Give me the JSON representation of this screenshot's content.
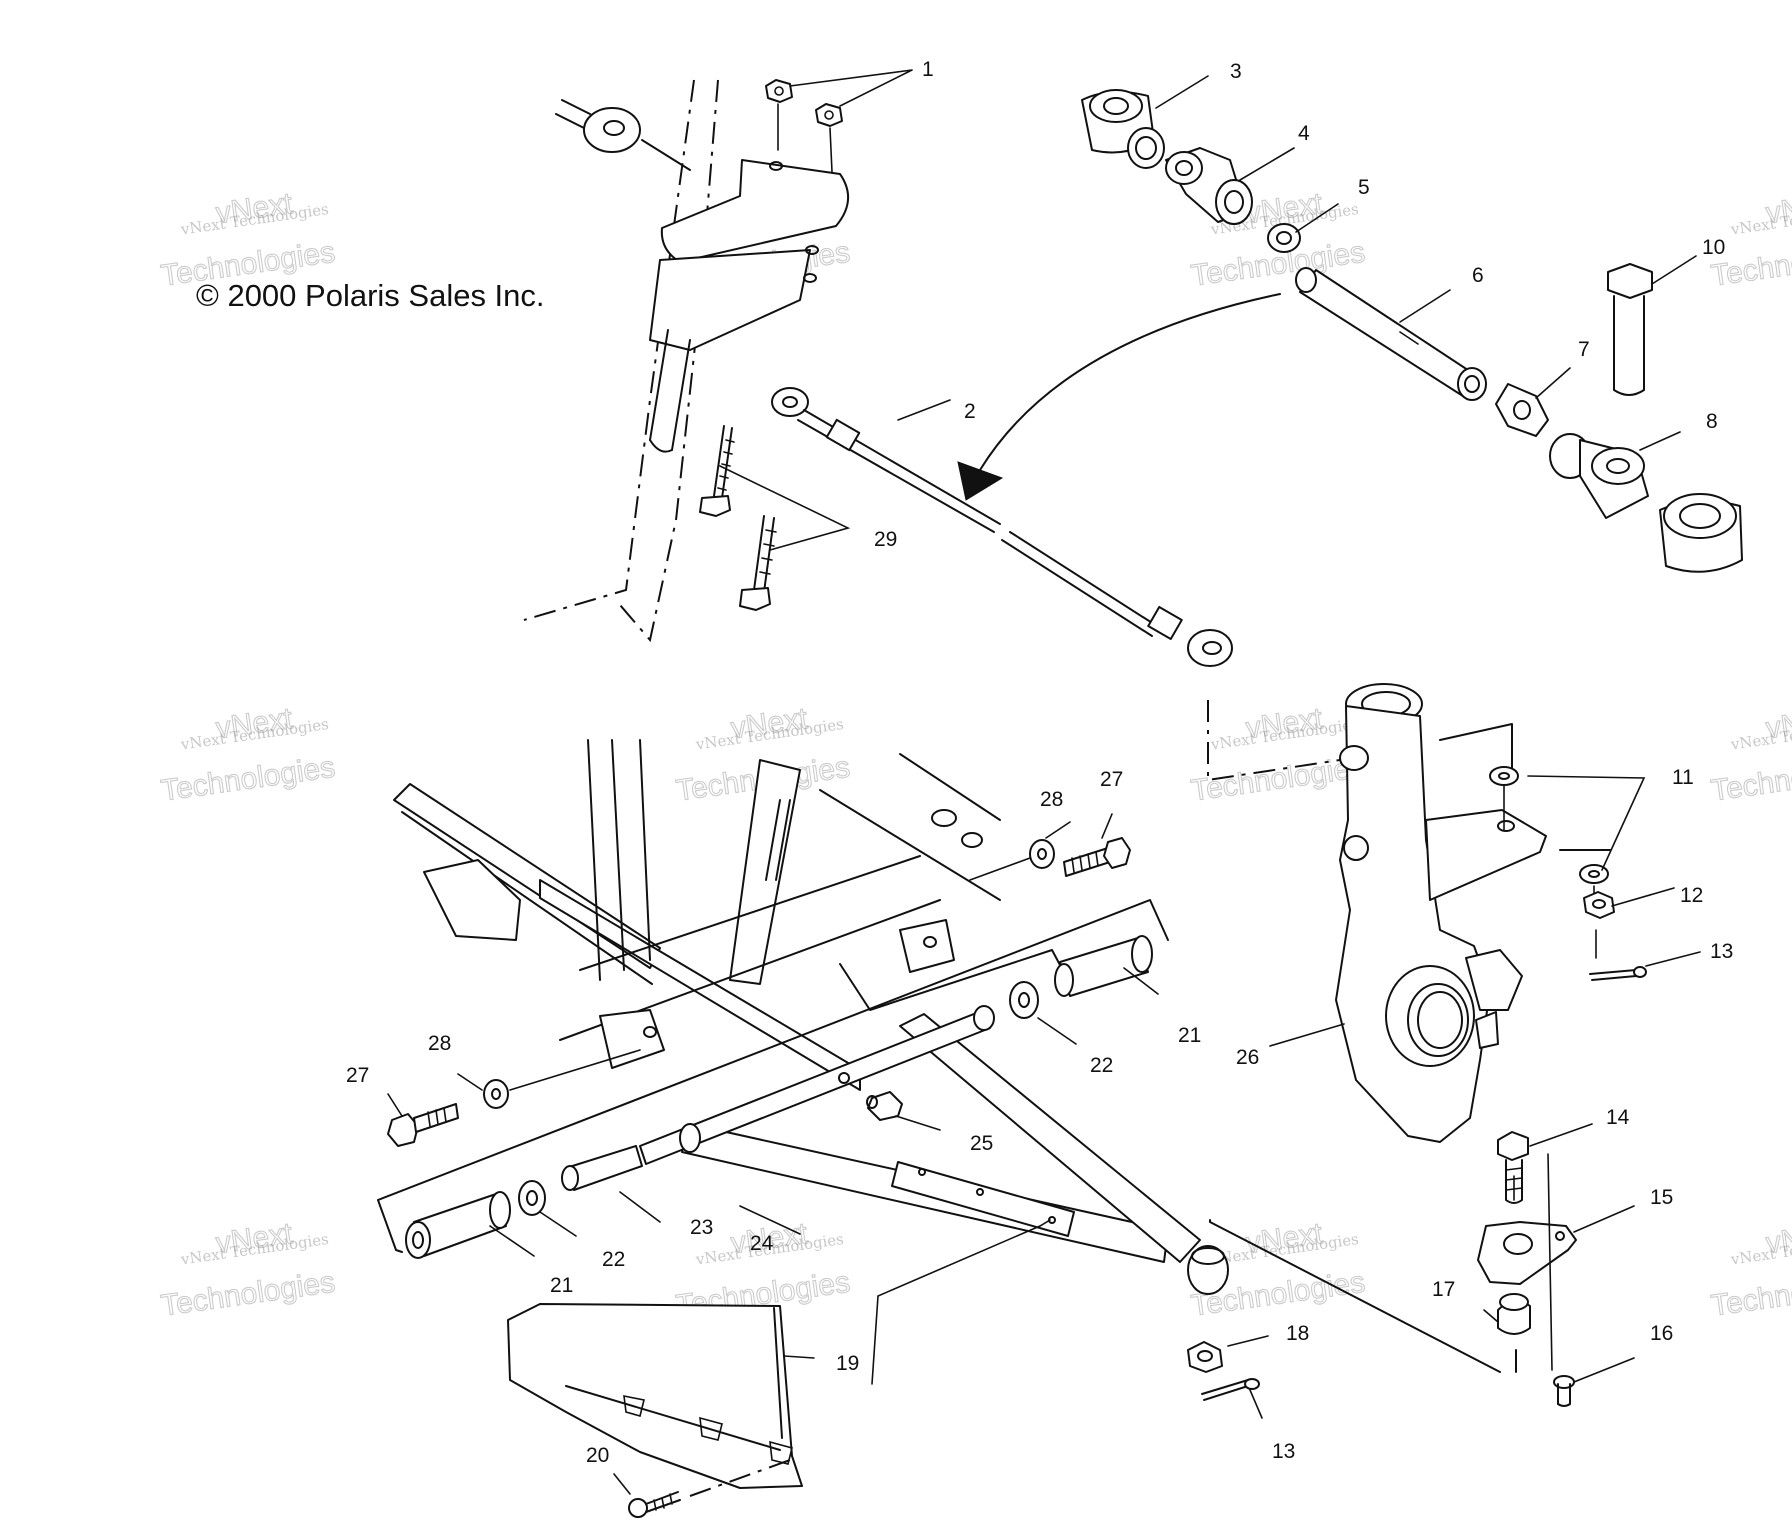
{
  "copyright": "© 2000 Polaris Sales Inc.",
  "watermark": {
    "small": "vNext Technologies",
    "large_top": "vNext",
    "large_bottom": "Technologies"
  },
  "callouts": {
    "c1": "1",
    "c2": "2",
    "c3": "3",
    "c4": "4",
    "c5": "5",
    "c6": "6",
    "c7": "7",
    "c8": "8",
    "c10": "10",
    "c11": "11",
    "c12": "12",
    "c13a": "13",
    "c13b": "13",
    "c14": "14",
    "c15": "15",
    "c16": "16",
    "c17": "17",
    "c18": "18",
    "c19": "19",
    "c20": "20",
    "c21a": "21",
    "c21b": "21",
    "c22a": "22",
    "c22b": "22",
    "c23": "23",
    "c24": "24",
    "c25": "25",
    "c26": "26",
    "c27a": "27",
    "c27b": "27",
    "c28a": "28",
    "c28b": "28",
    "c29": "29"
  }
}
